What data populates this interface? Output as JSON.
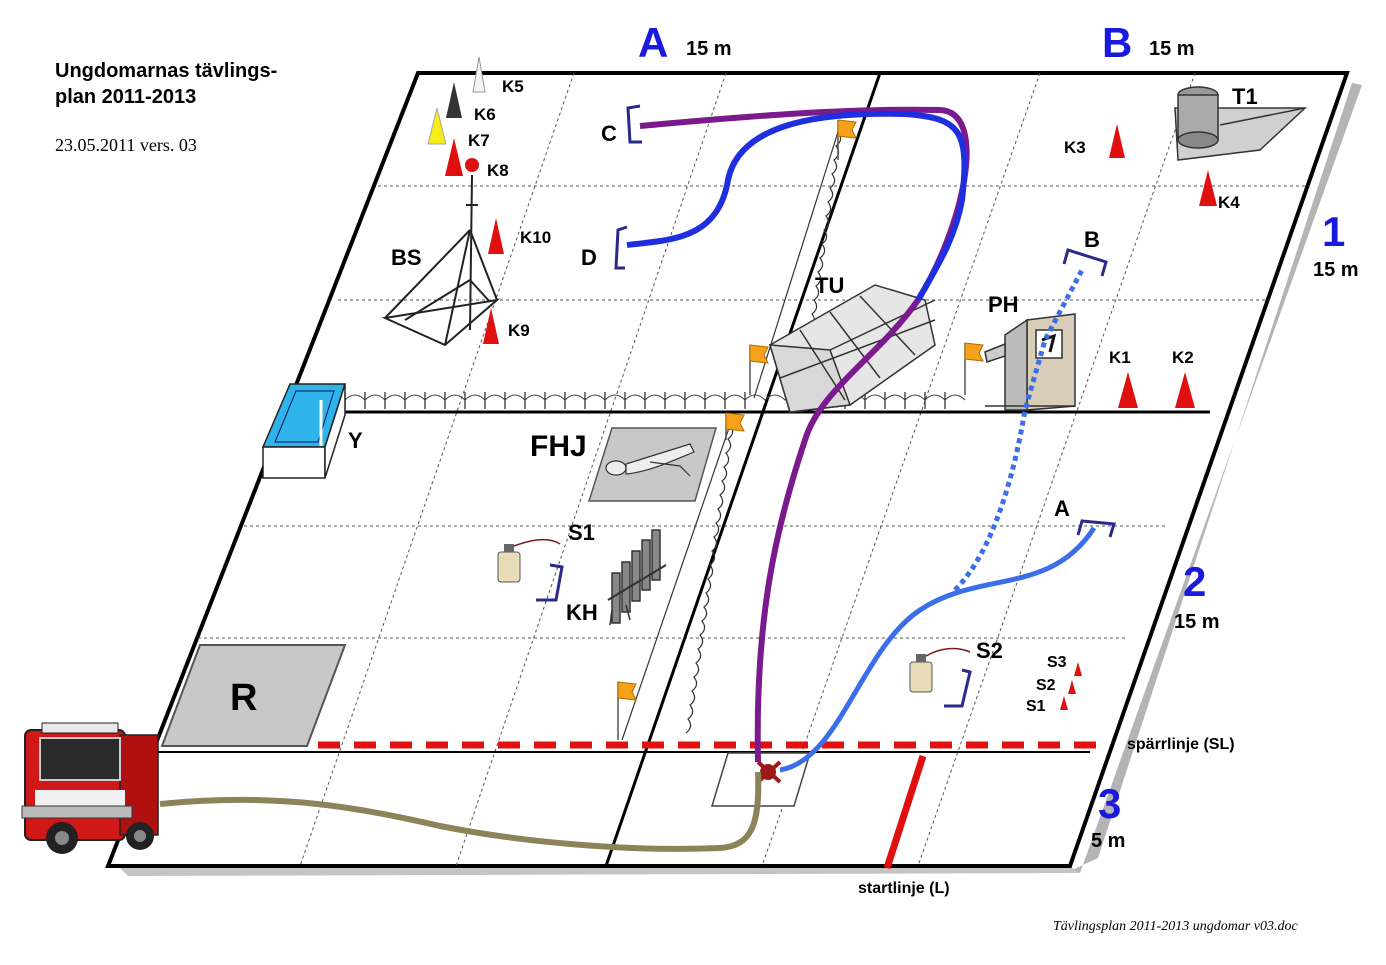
{
  "document": {
    "title_line1": "Ungdomarnas tävlings-",
    "title_line2": "plan 2011-2013",
    "version": "23.05.2011 vers. 03",
    "footer": "Tävlingsplan 2011-2013 ungdomar v03.doc"
  },
  "columns": [
    {
      "letter": "A",
      "width": "15 m"
    },
    {
      "letter": "B",
      "width": "15 m"
    }
  ],
  "rows": [
    {
      "number": "1",
      "depth": "15 m"
    },
    {
      "number": "2",
      "depth": "15 m"
    },
    {
      "number": "3",
      "depth": "5 m"
    }
  ],
  "lines": {
    "barrier": "spärrlinje (SL)",
    "start": "startlinje (L)"
  },
  "stations": {
    "bs": "BS",
    "tu": "TU",
    "ph": "PH",
    "t1": "T1",
    "y": "Y",
    "fhj": "FHJ",
    "kh": "KH",
    "r": "R"
  },
  "cones": {
    "k1": "K1",
    "k2": "K2",
    "k3": "K3",
    "k4": "K4",
    "k5": "K5",
    "k6": "K6",
    "k7": "K7",
    "k8": "K8",
    "k9": "K9",
    "k10": "K10"
  },
  "small_cones": {
    "s1": "S1",
    "s2": "S2",
    "s3": "S3"
  },
  "hose_targets": {
    "a": "A",
    "b": "B",
    "c": "C",
    "d": "D"
  },
  "extinguishers": {
    "s1": "S1",
    "s2": "S2"
  },
  "colors": {
    "accent_blue": "#1a1adf",
    "hose_purple": "#7a1a8c",
    "hose_blue": "#1f2fe0",
    "hose_lightblue": "#3b6ee8",
    "supply_hose": "#8c8458",
    "barrier_red": "#e01010",
    "cone_red": "#e01010",
    "water": "#2fb4ea",
    "pad_gray": "#c8c8c8",
    "flag_orange": "#f5a21a"
  }
}
